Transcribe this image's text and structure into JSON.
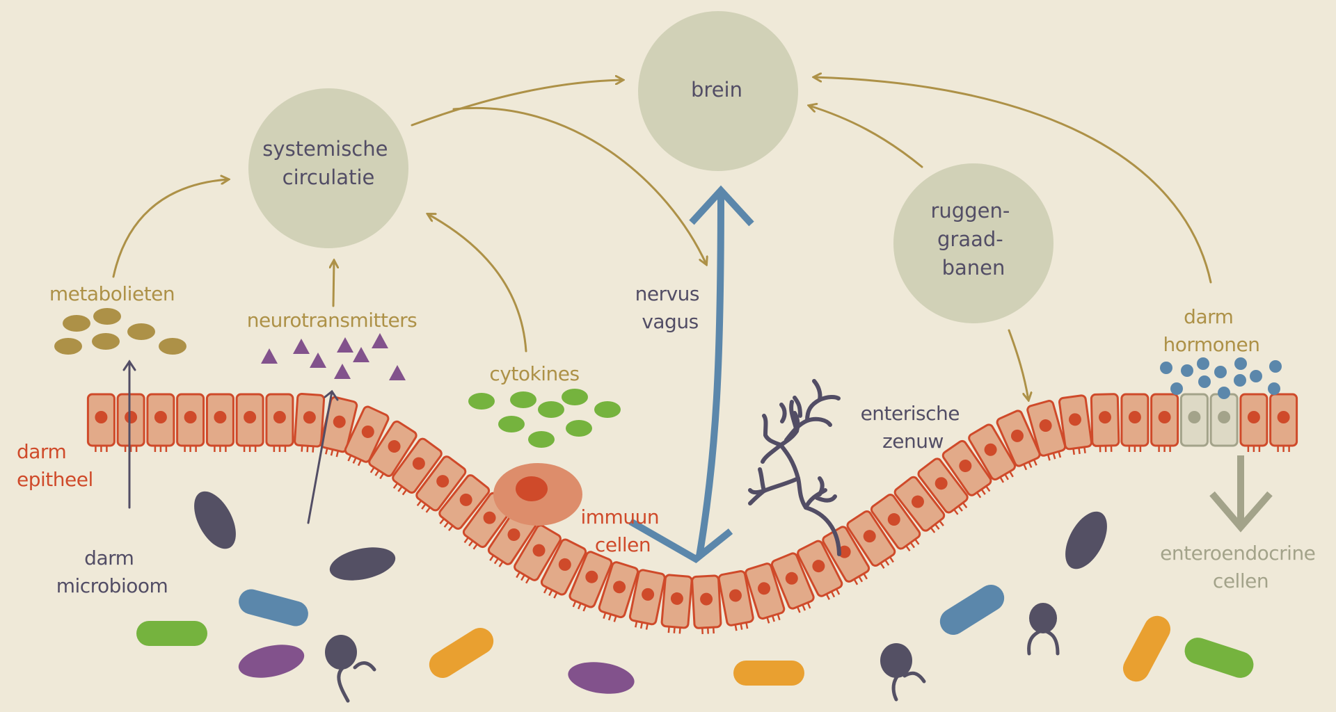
{
  "diagram": {
    "title": "Darm-brein as",
    "colors": {
      "background": "#efe9d8",
      "node_fill": "#d1d1b7",
      "node_text": "#524d65",
      "arrow_gold": "#ad9147",
      "vagus_blue": "#5b87ab",
      "epithelium_fill": "#e2aa89",
      "epithelium_stroke": "#cf4a2a",
      "nucleus": "#cf4a2a",
      "enteroendocrine_fill": "#ddd9c5",
      "enteroendocrine_stroke": "#a3a38a",
      "enteroendocrine_nucleus": "#a3a38a",
      "metabolite": "#ad9147",
      "neurotransmitter": "#82528c",
      "cytokine": "#75b33e",
      "immune_cell": "#dd8d6b",
      "hormone": "#5b87ab",
      "nerve": "#524d65",
      "bacteria_dark": "#545064",
      "bacteria_blue": "#5b87ab",
      "bacteria_green": "#75b33e",
      "bacteria_purple": "#82528c",
      "bacteria_orange": "#e9a030"
    },
    "nodes": {
      "brain": {
        "lines": [
          "brein"
        ]
      },
      "circulation": {
        "lines": [
          "systemische",
          "circulatie"
        ]
      },
      "spinal": {
        "lines": [
          "ruggen-",
          "graad-",
          "banen"
        ]
      }
    },
    "labels": {
      "metabolites": [
        "metabolieten"
      ],
      "neurotransmitters": [
        "neurotransmitters"
      ],
      "cytokines": [
        "cytokines"
      ],
      "vagus": [
        "nervus",
        "vagus"
      ],
      "enteric_nerve": [
        "enterische",
        "zenuw"
      ],
      "gut_hormones": [
        "darm",
        "hormonen"
      ],
      "gut_epithelium": [
        "darm",
        "epitheel"
      ],
      "immune_cells": [
        "immuun",
        "cellen"
      ],
      "gut_microbiome": [
        "darm",
        "microbioom"
      ],
      "enteroendocrine": [
        "enteroendocrine",
        "cellen"
      ]
    },
    "epithelium": {
      "cell_count": 44,
      "enteroendocrine_cell_indices": [
        40,
        41
      ]
    }
  }
}
